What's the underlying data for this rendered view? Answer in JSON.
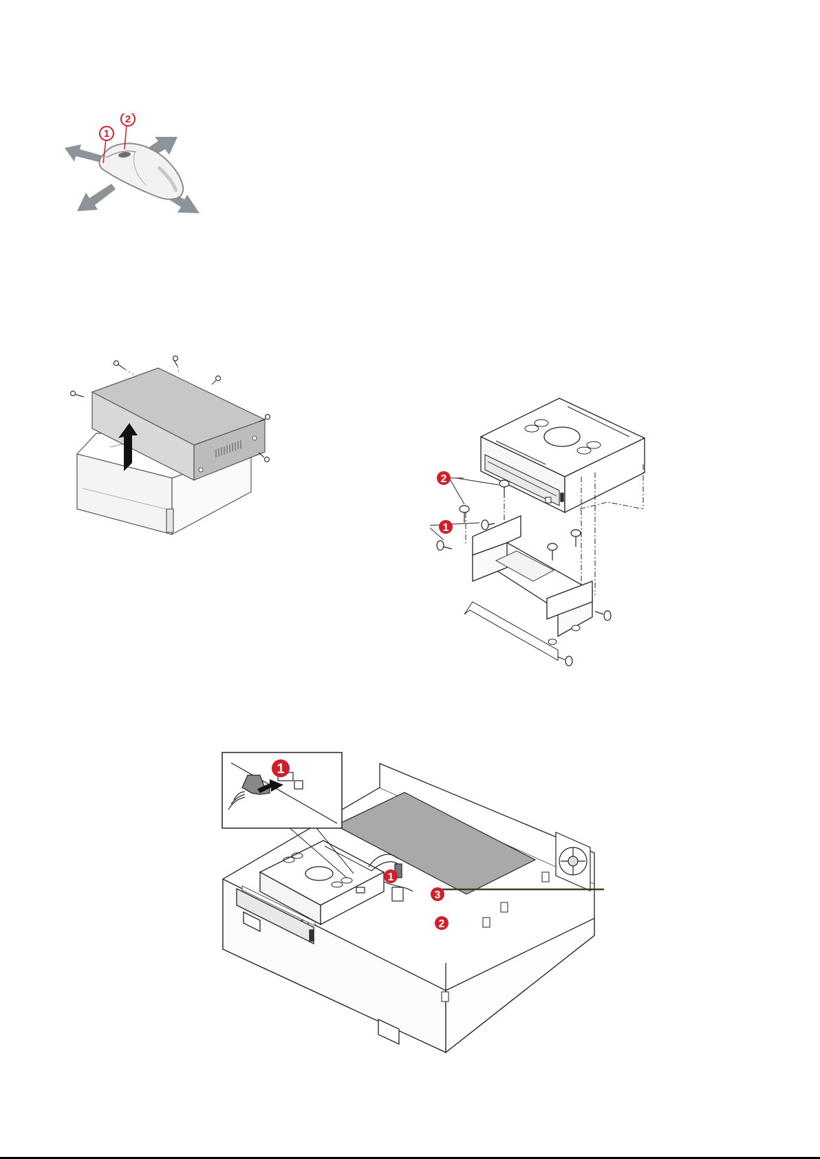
{
  "colors": {
    "callout_red": "#d11f2a",
    "arrow_grey": "#8c9499",
    "cover_grey": "#c4c4c4",
    "board_grey": "#a9a9a9",
    "line": "#222222",
    "leader": "#3a3f1f"
  },
  "figures": {
    "mouse": {
      "callouts": [
        "1",
        "2"
      ],
      "icons": [
        "mouse-icon",
        "move-arrow-icon"
      ]
    },
    "cover_removal": {
      "icons": [
        "chassis-cover-icon",
        "screw-icon",
        "lift-arrow-icon"
      ]
    },
    "drive_bracket": {
      "callouts": [
        "2",
        "1"
      ],
      "icons": [
        "optical-drive-icon",
        "drive-bracket-icon",
        "screw-icon"
      ]
    },
    "drive_install": {
      "inset_callout": "1",
      "callouts": [
        "1",
        "3",
        "2"
      ],
      "icons": [
        "chassis-icon",
        "optical-drive-icon",
        "mainboard-icon",
        "fan-icon",
        "sata-connector-icon"
      ]
    }
  }
}
